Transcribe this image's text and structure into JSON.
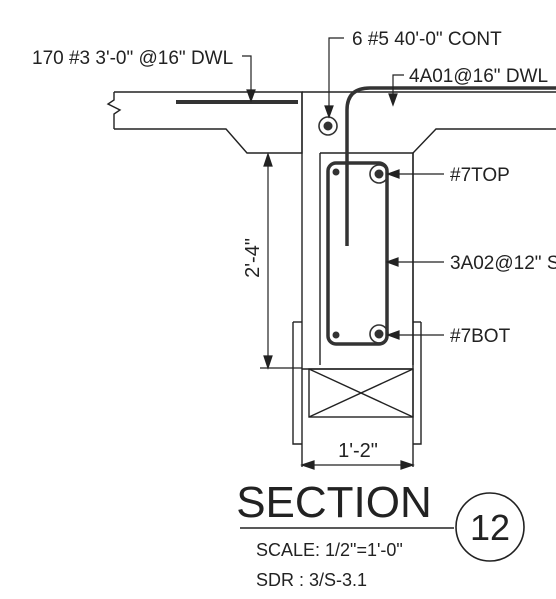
{
  "callouts": {
    "dowel": "170 #3 3'-0\" @16\" DWL",
    "cont_bars": "6 #5 40'-0\"  CONT",
    "hook_dowel": "4A01@16\" DWL",
    "top_bar": "#7TOP",
    "stirrup": "3A02@12\" S",
    "bot_bar": "#7BOT"
  },
  "dimensions": {
    "depth": "2'-4\"",
    "width": "1'-2\""
  },
  "title_block": {
    "title": "SECTION",
    "scale": "SCALE: 1/2\"=1'-0\"",
    "reference": "SDR : 3/S-3.1",
    "detail_number": "12"
  },
  "colors": {
    "line": "#222222",
    "rebar": "#333333",
    "background": "#ffffff"
  }
}
